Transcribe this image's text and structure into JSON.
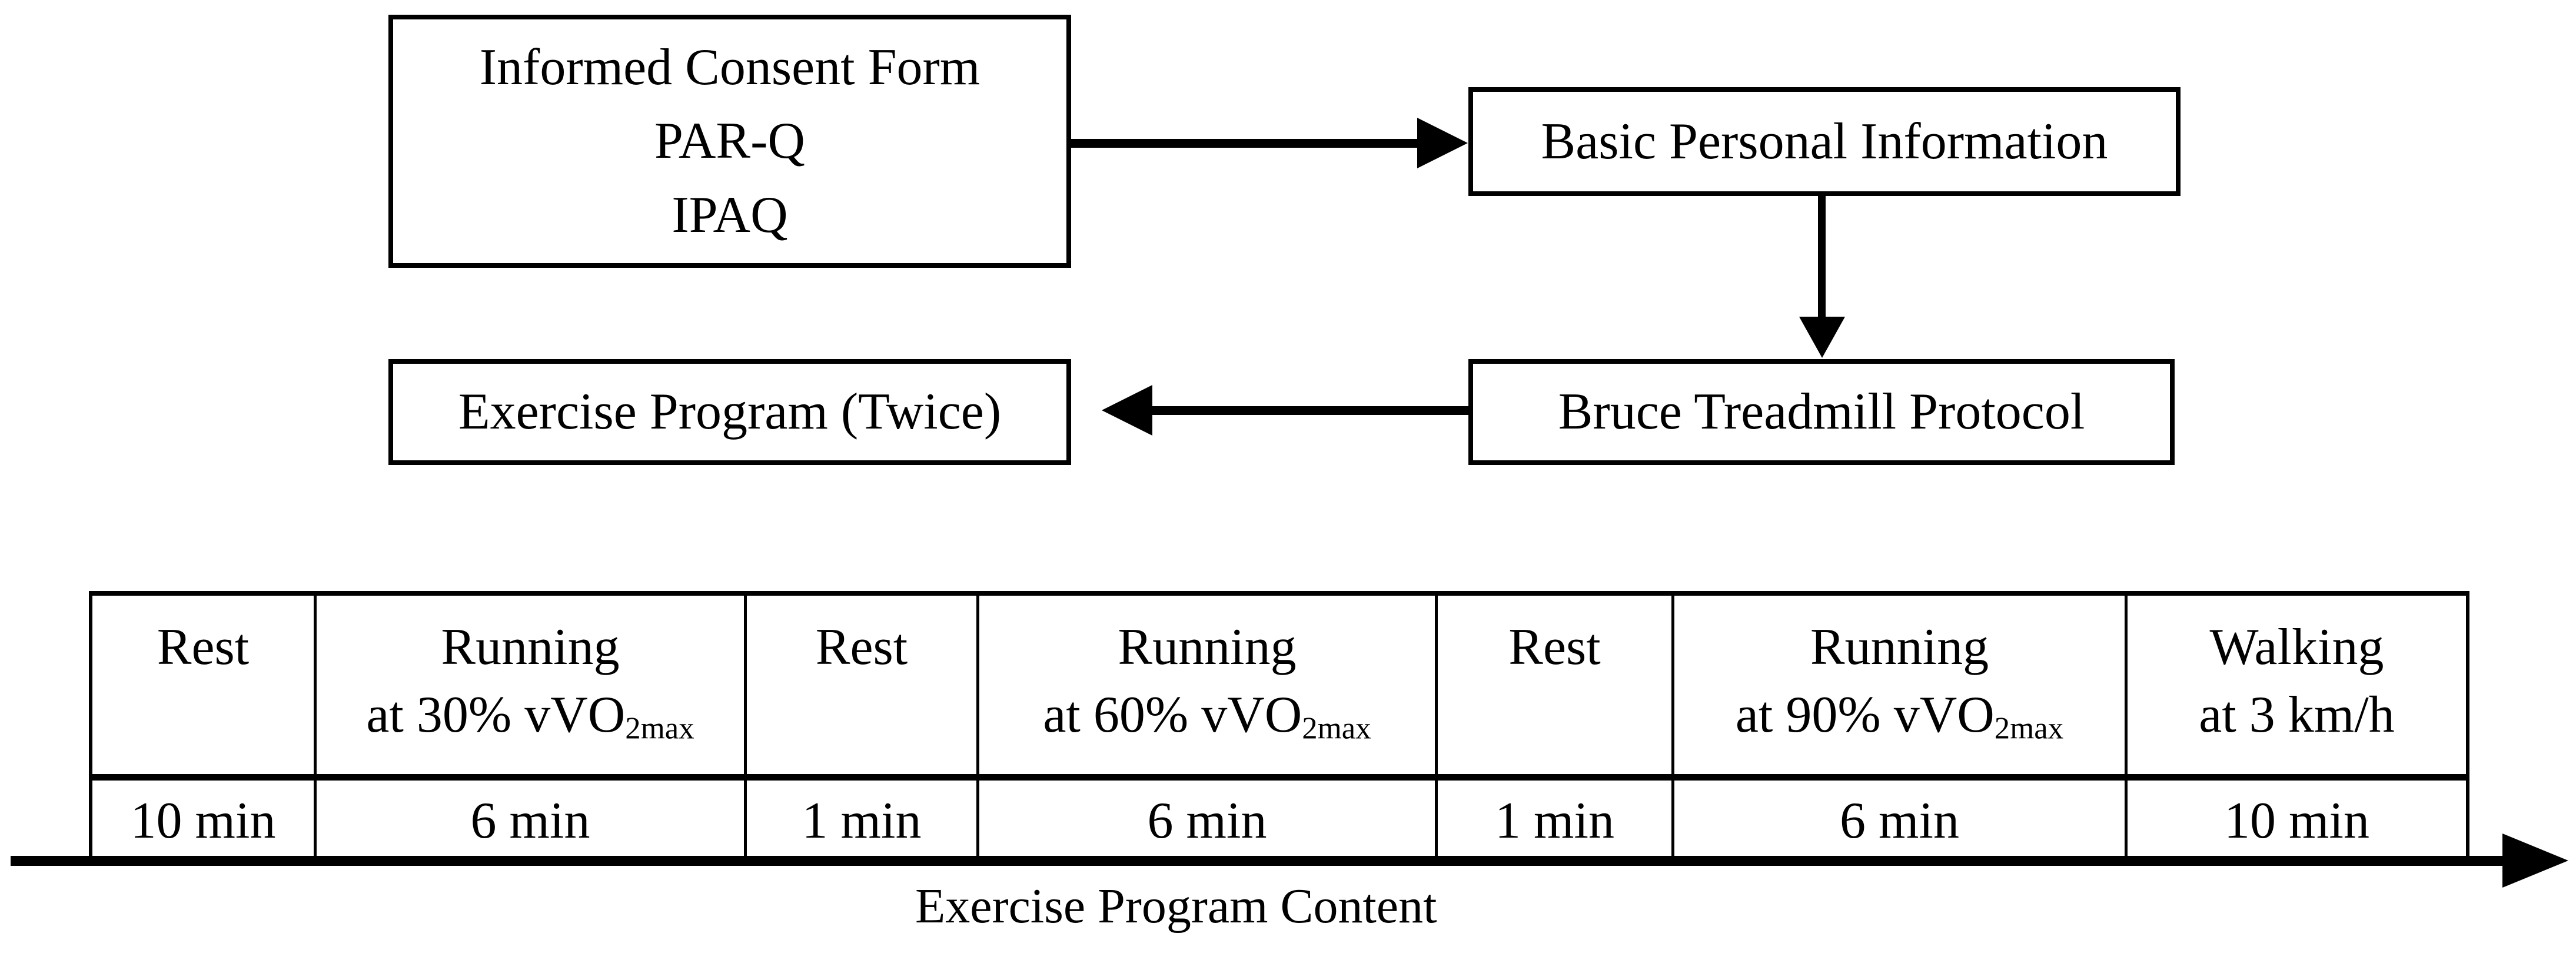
{
  "flowchart": {
    "consent_box": {
      "lines": [
        "Informed Consent Form",
        "PAR-Q",
        "IPAQ"
      ]
    },
    "basic_box": {
      "label": "Basic Personal Information"
    },
    "bruce_box": {
      "label": "Bruce Treadmill Protocol"
    },
    "exercise_box": {
      "label": "Exercise Program (Twice)"
    }
  },
  "table": {
    "columns": [
      {
        "activity": "Rest",
        "intensity_main": "",
        "intensity_sub": "",
        "duration": "10 min"
      },
      {
        "activity": "Running",
        "intensity_main": "at 30% vVO",
        "intensity_sub": "2max",
        "duration": "6 min"
      },
      {
        "activity": "Rest",
        "intensity_main": "",
        "intensity_sub": "",
        "duration": "1 min"
      },
      {
        "activity": "Running",
        "intensity_main": "at 60% vVO",
        "intensity_sub": "2max",
        "duration": "6 min"
      },
      {
        "activity": "Rest",
        "intensity_main": "",
        "intensity_sub": "",
        "duration": "1 min"
      },
      {
        "activity": "Running",
        "intensity_main": "at 90% vVO",
        "intensity_sub": "2max",
        "duration": "6 min"
      },
      {
        "activity": "Walking",
        "intensity_main": "at 3 km/h",
        "intensity_sub": "",
        "duration": "10 min"
      }
    ]
  },
  "timeline": {
    "label": "Exercise Program Content"
  },
  "colors": {
    "ink": "#000000",
    "background": "#ffffff"
  }
}
